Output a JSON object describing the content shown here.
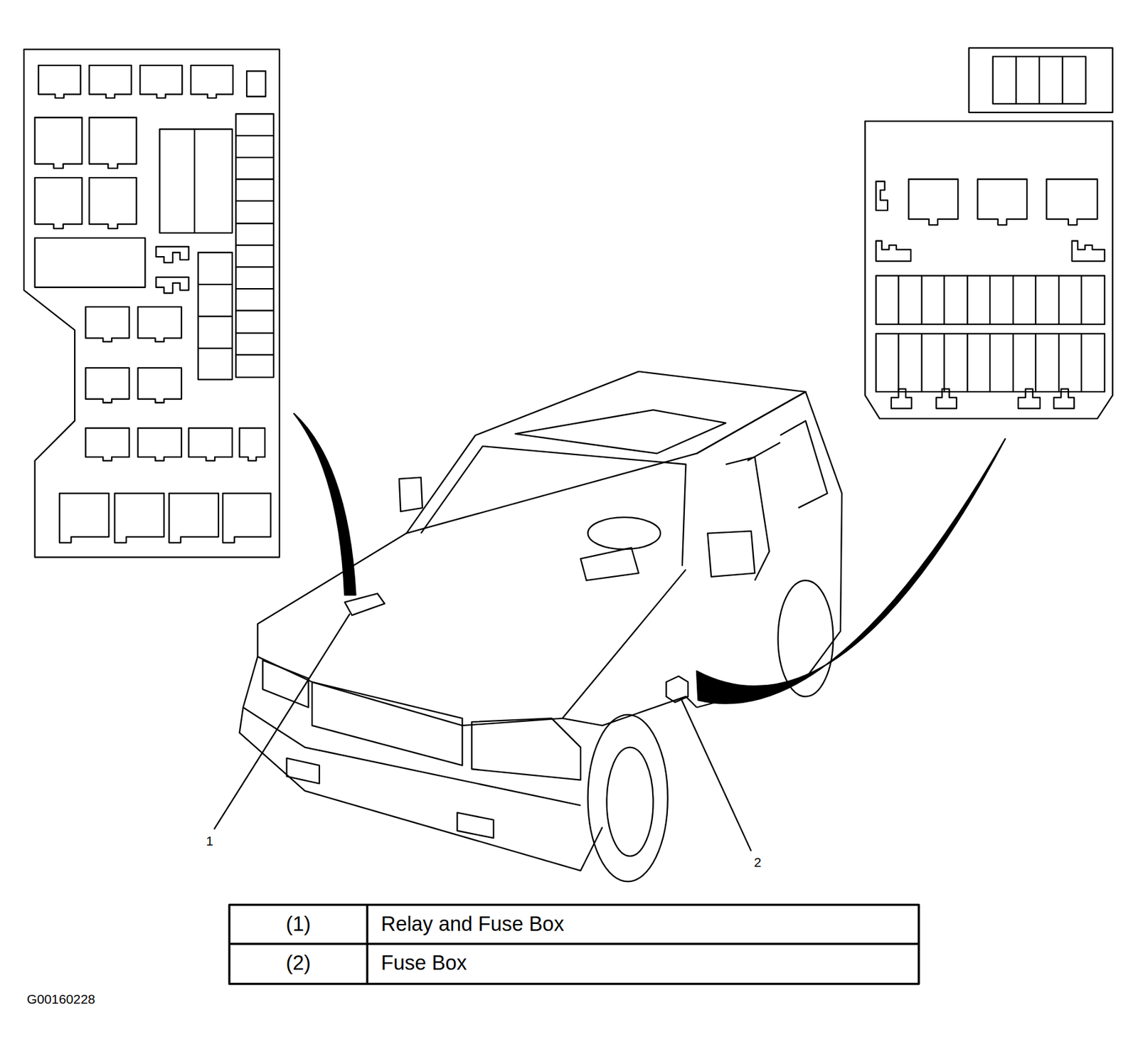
{
  "diagram": {
    "labels": [
      "1",
      "2",
      "(1)",
      "Relay and Fuse Box",
      "(2)",
      "Fuse Box",
      "G00160228"
    ]
  }
}
